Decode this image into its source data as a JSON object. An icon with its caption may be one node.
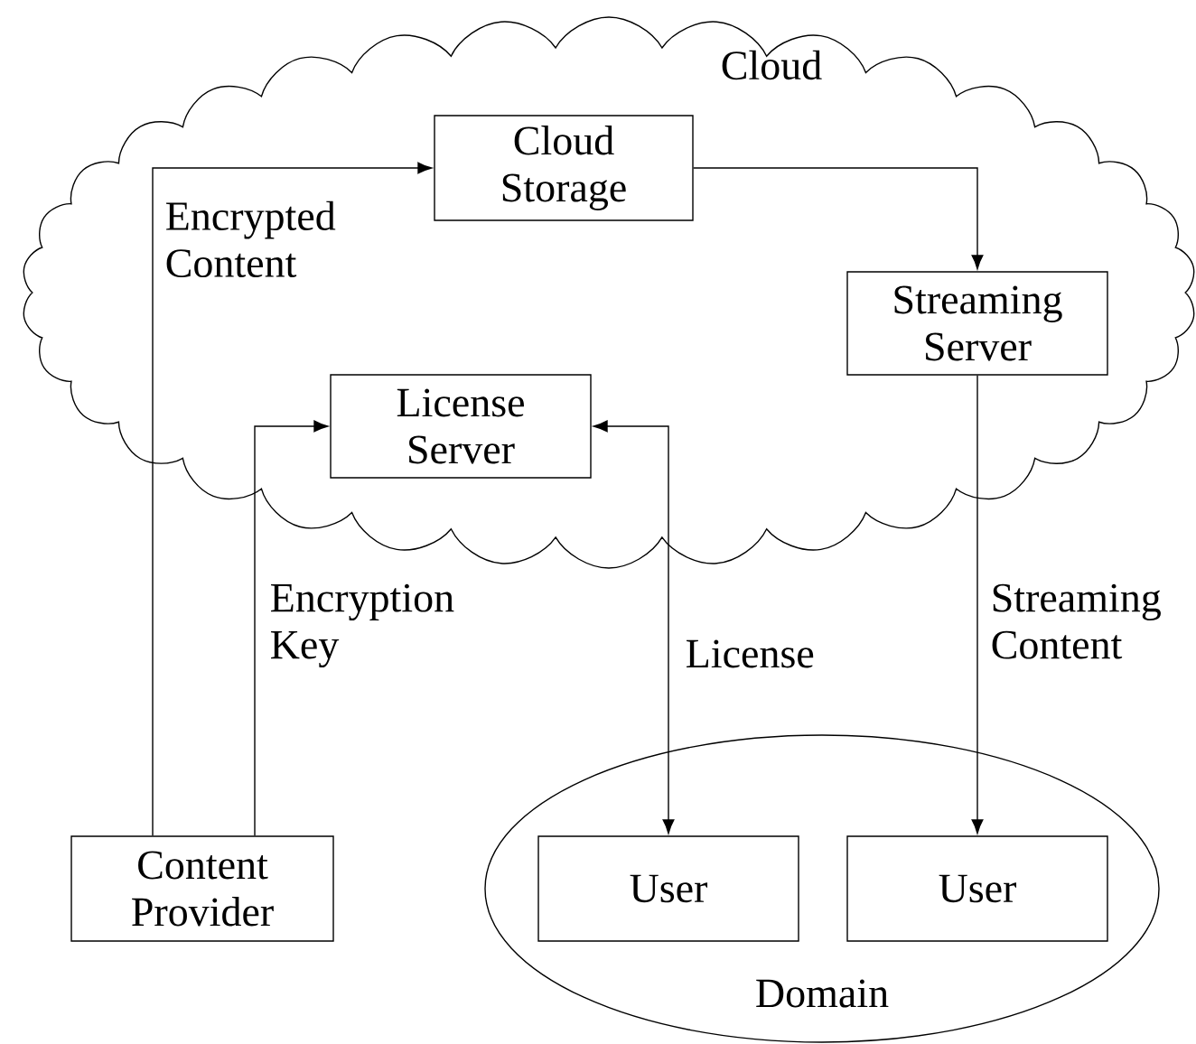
{
  "diagram": {
    "nodes": [
      {
        "text": [
          "Cloud"
        ]
      },
      {
        "text": [
          "Cloud Storage"
        ],
        "in": 0
      },
      {
        "text": [
          "Streaming Server"
        ],
        "in": 0
      },
      {
        "text": [
          "License Server"
        ],
        "in": 0
      },
      {
        "text": [
          "Content Provider"
        ]
      },
      {
        "text": [
          "Domain"
        ]
      },
      {
        "text": [
          "User"
        ],
        "in": 5
      },
      {
        "text": [
          "User"
        ],
        "in": 5
      }
    ],
    "edges": [
      {
        "from": 4,
        "to": 1,
        "arrow": "to",
        "label": "Encrypted Content"
      },
      {
        "from": 4,
        "to": 3,
        "arrow": "to",
        "label": "Encryption Key"
      },
      {
        "from": 1,
        "to": 2,
        "arrow": "to"
      },
      {
        "from": 3,
        "to": 6,
        "arrow": "both",
        "label": "License"
      },
      {
        "from": 2,
        "to": 7,
        "arrow": "to",
        "label": "Streaming Content"
      }
    ]
  }
}
